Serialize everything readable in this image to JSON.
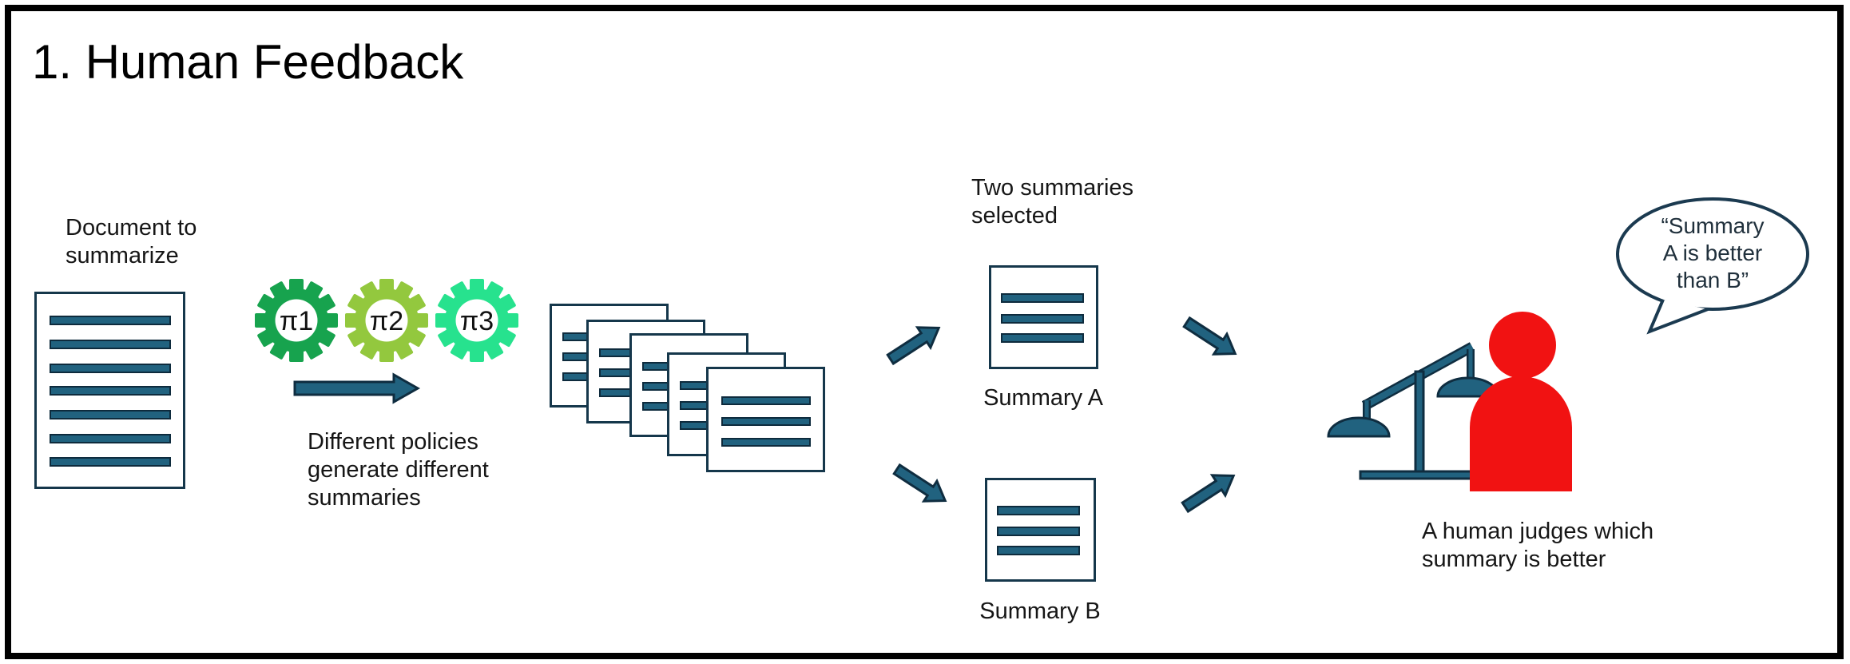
{
  "slide": {
    "title": "1. Human Feedback"
  },
  "colors": {
    "accent_teal": "#21627F",
    "outline_navy": "#15374B",
    "outline_dark": "#0F2D40",
    "person_red": "#F11212",
    "bubble_outline": "#1B3A50",
    "frame_black": "#000000",
    "gear_green_1": "#17A34E",
    "gear_green_2": "#93C83E",
    "gear_green_3": "#27E28E"
  },
  "document_to_summarize": {
    "label": "Document to\nsummarize"
  },
  "policies": {
    "gears": [
      {
        "label": "π1",
        "color": "#17A34E"
      },
      {
        "label": "π2",
        "color": "#93C83E"
      },
      {
        "label": "π3",
        "color": "#27E28E"
      }
    ],
    "caption": "Different policies\ngenerate different\nsummaries"
  },
  "summaries": {
    "heading": "Two summaries\nselected",
    "summary_a_label": "Summary A",
    "summary_b_label": "Summary B"
  },
  "judgement": {
    "speech_bubble_lines": [
      "“Summary",
      "A is better",
      "than B”"
    ],
    "caption": "A human judges which\nsummary is better"
  }
}
